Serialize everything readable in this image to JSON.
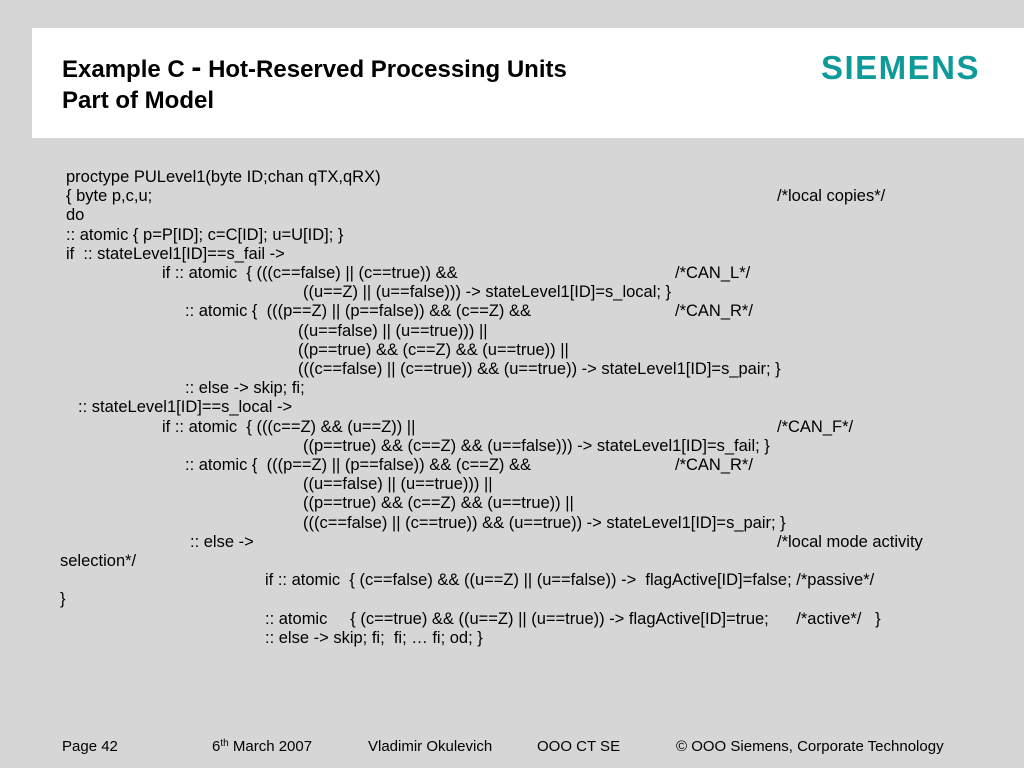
{
  "slide": {
    "title_part1": "Example C",
    "title_separator": "-",
    "title_part2": "Hot-Reserved Processing Units",
    "title_line2": "Part of Model"
  },
  "logo": {
    "text": "SIEMENS",
    "color": "#0f9a9a"
  },
  "code_lines": [
    "proctype PULevel1(byte ID;chan qTX,qRX)",
    "{ byte p,c,u;",
    "/*local copies*/",
    "do",
    ":: atomic { p=P[ID]; c=C[ID]; u=U[ID]; }",
    "if  :: stateLevel1[ID]==s_fail ->",
    "if :: atomic  { (((c==false) || (c==true)) &&",
    "/*CAN_L*/",
    "((u==Z) || (u==false))) -> stateLevel1[ID]=s_local; }",
    ":: atomic {  (((p==Z) || (p==false)) && (c==Z) &&",
    "/*CAN_R*/",
    "((u==false) || (u==true))) ||",
    "((p==true) && (c==Z) && (u==true)) ||",
    "(((c==false) || (c==true)) && (u==true)) -> stateLevel1[ID]=s_pair; }",
    ":: else -> skip; fi;",
    ":: stateLevel1[ID]==s_local ->",
    "if :: atomic  { (((c==Z) && (u==Z)) ||",
    "/*CAN_F*/",
    "((p==true) && (c==Z) && (u==false))) -> stateLevel1[ID]=s_fail; }",
    ":: atomic {  (((p==Z) || (p==false)) && (c==Z) &&",
    "/*CAN_R*/",
    "((u==false) || (u==true))) ||",
    "((p==true) && (c==Z) && (u==true)) ||",
    "(((c==false) || (c==true)) && (u==true)) -> stateLevel1[ID]=s_pair; }",
    ":: else ->",
    "/*local mode activity",
    "selection*/",
    "if :: atomic  { (c==false) && ((u==Z) || (u==false)) ->  flagActive[ID]=false; /*passive*/",
    "}",
    ":: atomic     { (c==true) && ((u==Z) || (u==true)) -> flagActive[ID]=true;      /*active*/   }",
    ":: else -> skip; fi;  fi; … fi; od; }"
  ],
  "footer": {
    "page": "Page 42",
    "date_day": "6",
    "date_suffix": "th",
    "date_rest": " March 2007",
    "author": "Vladimir Okulevich",
    "dept": "OOO CT SE",
    "copyright": "© OOO Siemens, Corporate Technology"
  }
}
